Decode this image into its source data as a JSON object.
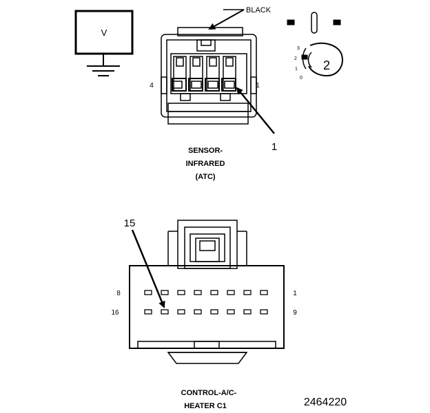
{
  "meter": {
    "symbol": "V"
  },
  "connector_top": {
    "color_label": "BLACK",
    "pin_left": "4",
    "pin_right": "1",
    "callout": "1",
    "name_lines": [
      "SENSOR-",
      "INFRARED",
      "(ATC)"
    ]
  },
  "key_legend": {
    "number": "2",
    "scale": [
      "3",
      "2",
      "1",
      "0"
    ]
  },
  "connector_bottom": {
    "callout": "15",
    "row1_left": "8",
    "row1_right": "1",
    "row2_left": "16",
    "row2_right": "9",
    "name_lines": [
      "CONTROL-A/C-",
      "HEATER C1"
    ]
  },
  "figure_number": "2464220"
}
